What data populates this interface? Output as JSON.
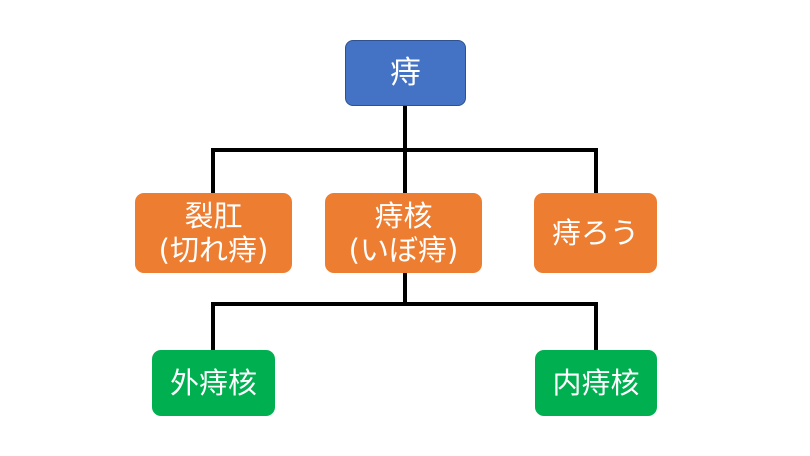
{
  "colors": {
    "root_fill": "#4472c4",
    "root_border": "#2f528f",
    "level1_fill": "#ed7d31",
    "level2_fill": "#00b050",
    "connector": "#000000",
    "text": "#ffffff"
  },
  "root": {
    "label": "痔"
  },
  "level1": [
    {
      "line1": "裂肛",
      "line2": "(切れ痔)"
    },
    {
      "line1": "痔核",
      "line2": "(いぼ痔)"
    },
    {
      "line1": "痔ろう"
    }
  ],
  "level2": [
    {
      "label": "外痔核"
    },
    {
      "label": "内痔核"
    }
  ]
}
